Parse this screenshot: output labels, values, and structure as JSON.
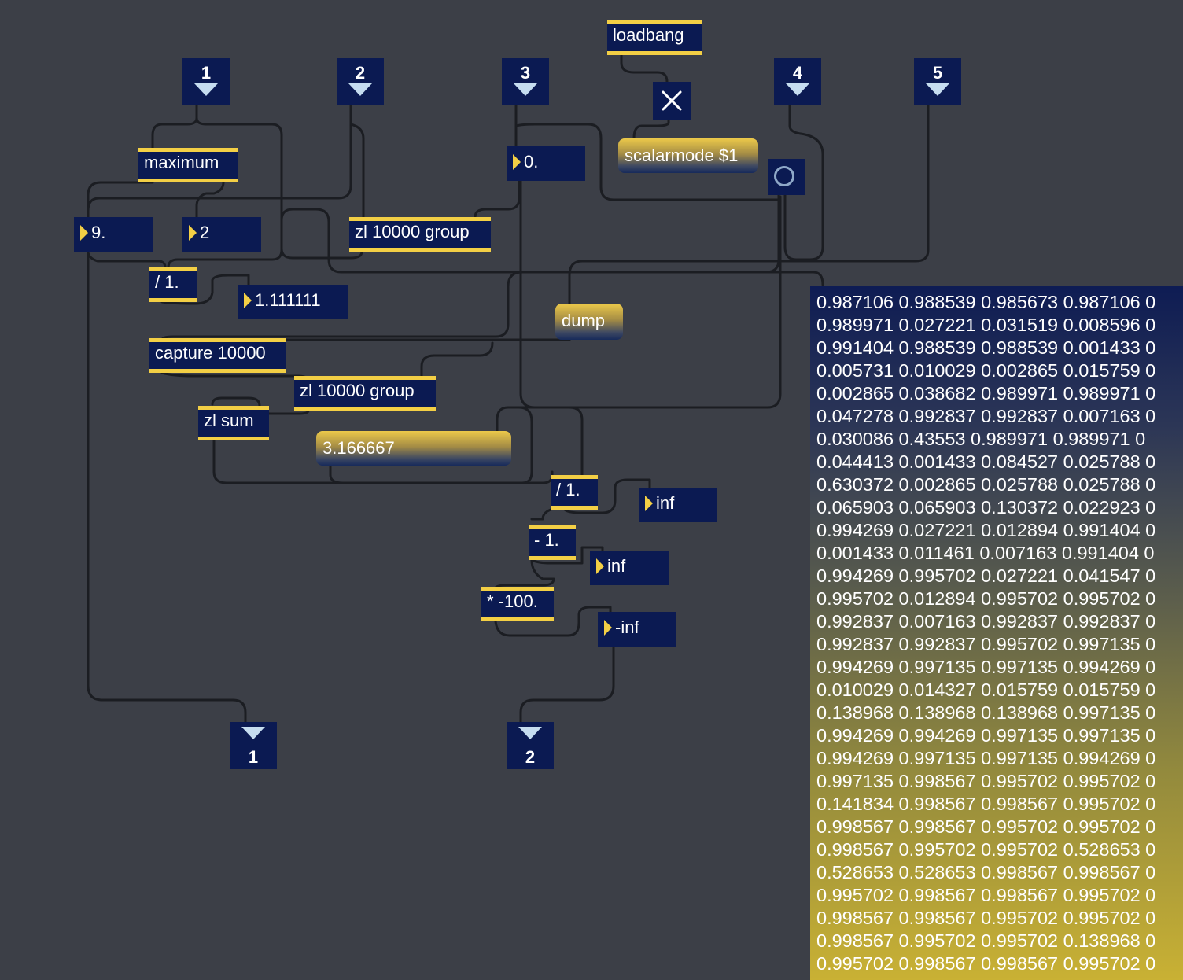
{
  "inlets": [
    "1",
    "2",
    "3",
    "4",
    "5"
  ],
  "outlets": [
    "1",
    "2"
  ],
  "objects": {
    "loadbang": "loadbang",
    "maximum": "maximum",
    "zl_group_a": "zl 10000 group",
    "div_a": "/ 1.",
    "capture": "capture 10000",
    "zl_group_b": "zl 10000 group",
    "zl_sum": "zl sum",
    "div_b": "/ 1.",
    "minus": "- 1.",
    "times": "* -100."
  },
  "messages": {
    "scalarmode": "scalarmode $1",
    "dump": "dump",
    "result": "3.166667"
  },
  "numboxes": {
    "n_zero": "0.",
    "n_nine": "9.",
    "n_two": "2",
    "n_ratio": "1.111111",
    "n_inf1": "inf",
    "n_inf2": "inf",
    "n_neginf": "-inf"
  },
  "icons": {
    "close": "close-x-icon",
    "toggle": "toggle-ring-icon",
    "inlet": "inlet-triangle-icon",
    "outlet": "outlet-triangle-icon"
  },
  "colors": {
    "background": "#3c3f47",
    "object": "#0b1a52",
    "accent": "#f3cf45",
    "cable": "#1b1d22"
  },
  "list_rows": [
    "0.987106 0.988539 0.985673 0.987106 0",
    "0.989971 0.027221 0.031519 0.008596 0",
    "0.991404 0.988539 0.988539 0.001433 0",
    "0.005731 0.010029 0.002865 0.015759 0",
    "0.002865 0.038682 0.989971 0.989971 0",
    "0.047278 0.992837 0.992837 0.007163 0",
    "0.030086 0.43553 0.989971 0.989971 0",
    "0.044413 0.001433 0.084527 0.025788 0",
    "0.630372 0.002865 0.025788 0.025788 0",
    "0.065903 0.065903 0.130372 0.022923 0",
    "0.994269 0.027221 0.012894 0.991404 0",
    "0.001433 0.011461 0.007163 0.991404 0",
    "0.994269 0.995702 0.027221 0.041547 0",
    "0.995702 0.012894 0.995702 0.995702 0",
    "0.992837 0.007163 0.992837 0.992837 0",
    "0.992837 0.992837 0.995702 0.997135 0",
    "0.994269 0.997135 0.997135 0.994269 0",
    "0.010029 0.014327 0.015759 0.015759 0",
    "0.138968 0.138968 0.138968 0.997135 0",
    "0.994269 0.994269 0.997135 0.997135 0",
    "0.994269 0.997135 0.997135 0.994269 0",
    "0.997135 0.998567 0.995702 0.995702 0",
    "0.141834 0.998567 0.998567 0.995702 0",
    "0.998567 0.998567 0.995702 0.995702 0",
    "0.998567 0.995702 0.995702 0.528653 0",
    "0.528653 0.528653 0.998567 0.998567 0",
    "0.995702 0.998567 0.998567 0.995702 0",
    "0.998567 0.998567 0.995702 0.995702 0",
    "0.998567 0.995702 0.995702 0.138968 0",
    "0.995702 0.998567 0.998567 0.995702 0"
  ]
}
